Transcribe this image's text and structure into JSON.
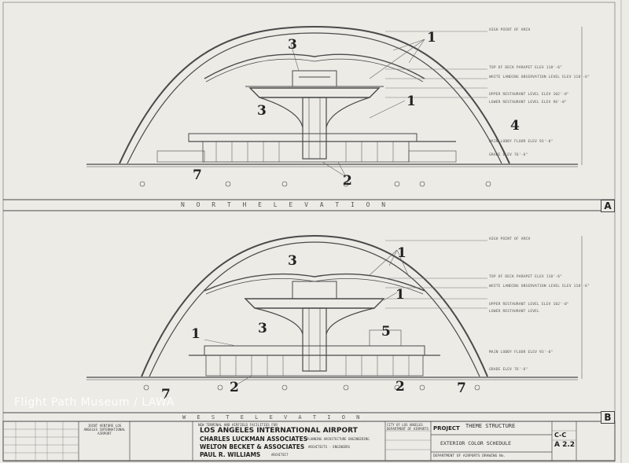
{
  "drawing": {
    "elevation_top": "N O R T H    E L E V A T I O N",
    "elevation_bottom": "W E S T    E L E V A T I O N",
    "ref_top": "A",
    "ref_bottom": "B",
    "callouts": {
      "n1a": "1",
      "n1b": "1",
      "n3a": "3",
      "n3b": "3",
      "n4": "4",
      "n2a": "2",
      "n7a": "7",
      "w1a": "1",
      "w1b": "1",
      "w3a": "3",
      "w3b": "3",
      "w5": "5",
      "w2a": "2",
      "w2b": "2",
      "w7a": "7",
      "w7b": "7"
    },
    "levels_top": [
      "HIGH POINT OF ARCH",
      "TOP OF DECK PARAPET ELEV 118'-6\"",
      "WHITE LANDING OBSERVATION LEVEL ELEV 110'-6\"",
      "UPPER RESTAURANT LEVEL ELEV 102'-0\"",
      "LOWER RESTAURANT LEVEL ELEV 96'-0\"",
      "GRADE ELEV 76'-6\"",
      "MAIN LOBBY FLOOR ELEV 93'-0\""
    ],
    "levels_bottom": [
      "HIGH POINT OF ARCH",
      "TOP OF DECK PARAPET ELEV 118'-6\"",
      "WHITE LANDING OBSERVATION LEVEL ELEV 110'-6\"",
      "UPPER RESTAURANT LEVEL ELEV 102'-0\"",
      "LOWER RESTAURANT LEVEL",
      "GRADE ELEV 76'-6\"",
      "MAIN LOBBY FLOOR ELEV 93'-0\""
    ]
  },
  "title_block": {
    "joint_venture": "JOINT VENTURE LOS ANGELES INTERNATIONAL AIRPORT",
    "project_heading": "NEW TERMINAL AND AIRFIELD FACILITIES FOR",
    "airport": "LOS ANGELES INTERNATIONAL AIRPORT",
    "firm1": "CHARLES LUCKMAN ASSOCIATES",
    "firm1_roles": "PLANNING ARCHITECTURE ENGINEERING",
    "firm2": "WELTON BECKET & ASSOCIATES",
    "firm2_roles": "ARCHITECTS - ENGINEERS",
    "firm3": "PAUL R. WILLIAMS",
    "firm3_roles": "ARCHITECT",
    "city": "CITY OF LOS ANGELES DEPARTMENT OF AIRPORTS",
    "project_label": "PROJECT",
    "project_name": "THEME STRUCTURE",
    "sheet_title": "EXTERIOR COLOR SCHEDULE",
    "department": "DEPARTMENT OF AIRPORTS DRAWING No.",
    "sheet_no": "A 2.2",
    "sheet_prefix": "C-C"
  },
  "watermark": "Flight Path Museum / LAWA"
}
